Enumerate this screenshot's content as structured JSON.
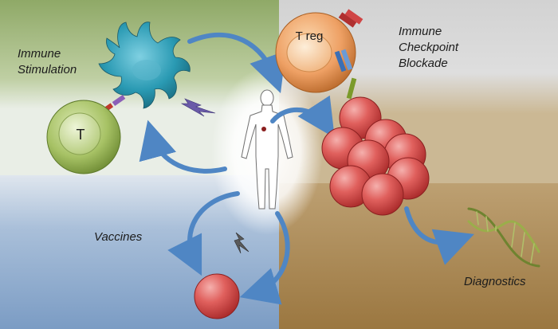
{
  "quadrants": {
    "immune_stimulation": {
      "line1": "Immune",
      "line2": "Stimulation"
    },
    "checkpoint_blockade": {
      "line1": "Immune",
      "line2": "Checkpoint",
      "line3": "Blockade"
    },
    "vaccines": {
      "label": "Vaccines"
    },
    "diagnostics": {
      "label": "Diagnostics"
    }
  },
  "cells": {
    "t_cell": "T",
    "treg_cell": "T reg"
  },
  "colors": {
    "top_left_panel": "#93ad6d",
    "bottom_left_panel": "#7b9cc4",
    "top_right_panel": "#c9c9c9",
    "bottom_right_panel": "#a07e46",
    "arrow_blue": "#4f86c4",
    "dendritic_cell": "#2a9ab3",
    "t_cell": "#a5c163",
    "treg_cell": "#eda162",
    "tumor_cell": "#d94f4f",
    "dna_helix": "#7b8f3a"
  },
  "icons": [
    "dendritic-cell-icon",
    "t-cell-icon",
    "treg-cell-icon",
    "human-body-icon",
    "tumor-cluster-icon",
    "dna-helix-icon",
    "lightning-bolt-icon"
  ]
}
